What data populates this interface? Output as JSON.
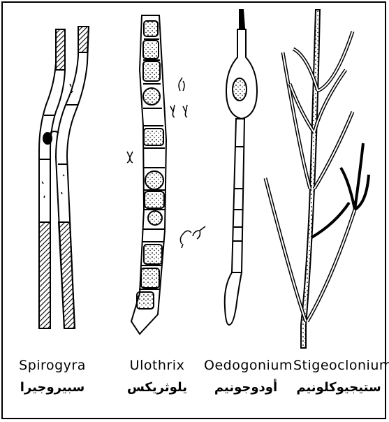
{
  "labels": [
    {
      "id": "spirogyra",
      "latin": "Spirogyra",
      "arabic": "سبيروجيرا"
    },
    {
      "id": "ulothrix",
      "latin": "Ulothrix",
      "arabic": "يلوثريكس"
    },
    {
      "id": "oedogonium",
      "latin": "Oedogonium",
      "arabic": "أودوجونيم"
    },
    {
      "id": "stigeoclonium",
      "latin": "Stigeoclonium",
      "arabic": "ستيجيوكلونيم"
    }
  ],
  "colors": {
    "ink": "#000000",
    "paper": "#ffffff"
  }
}
